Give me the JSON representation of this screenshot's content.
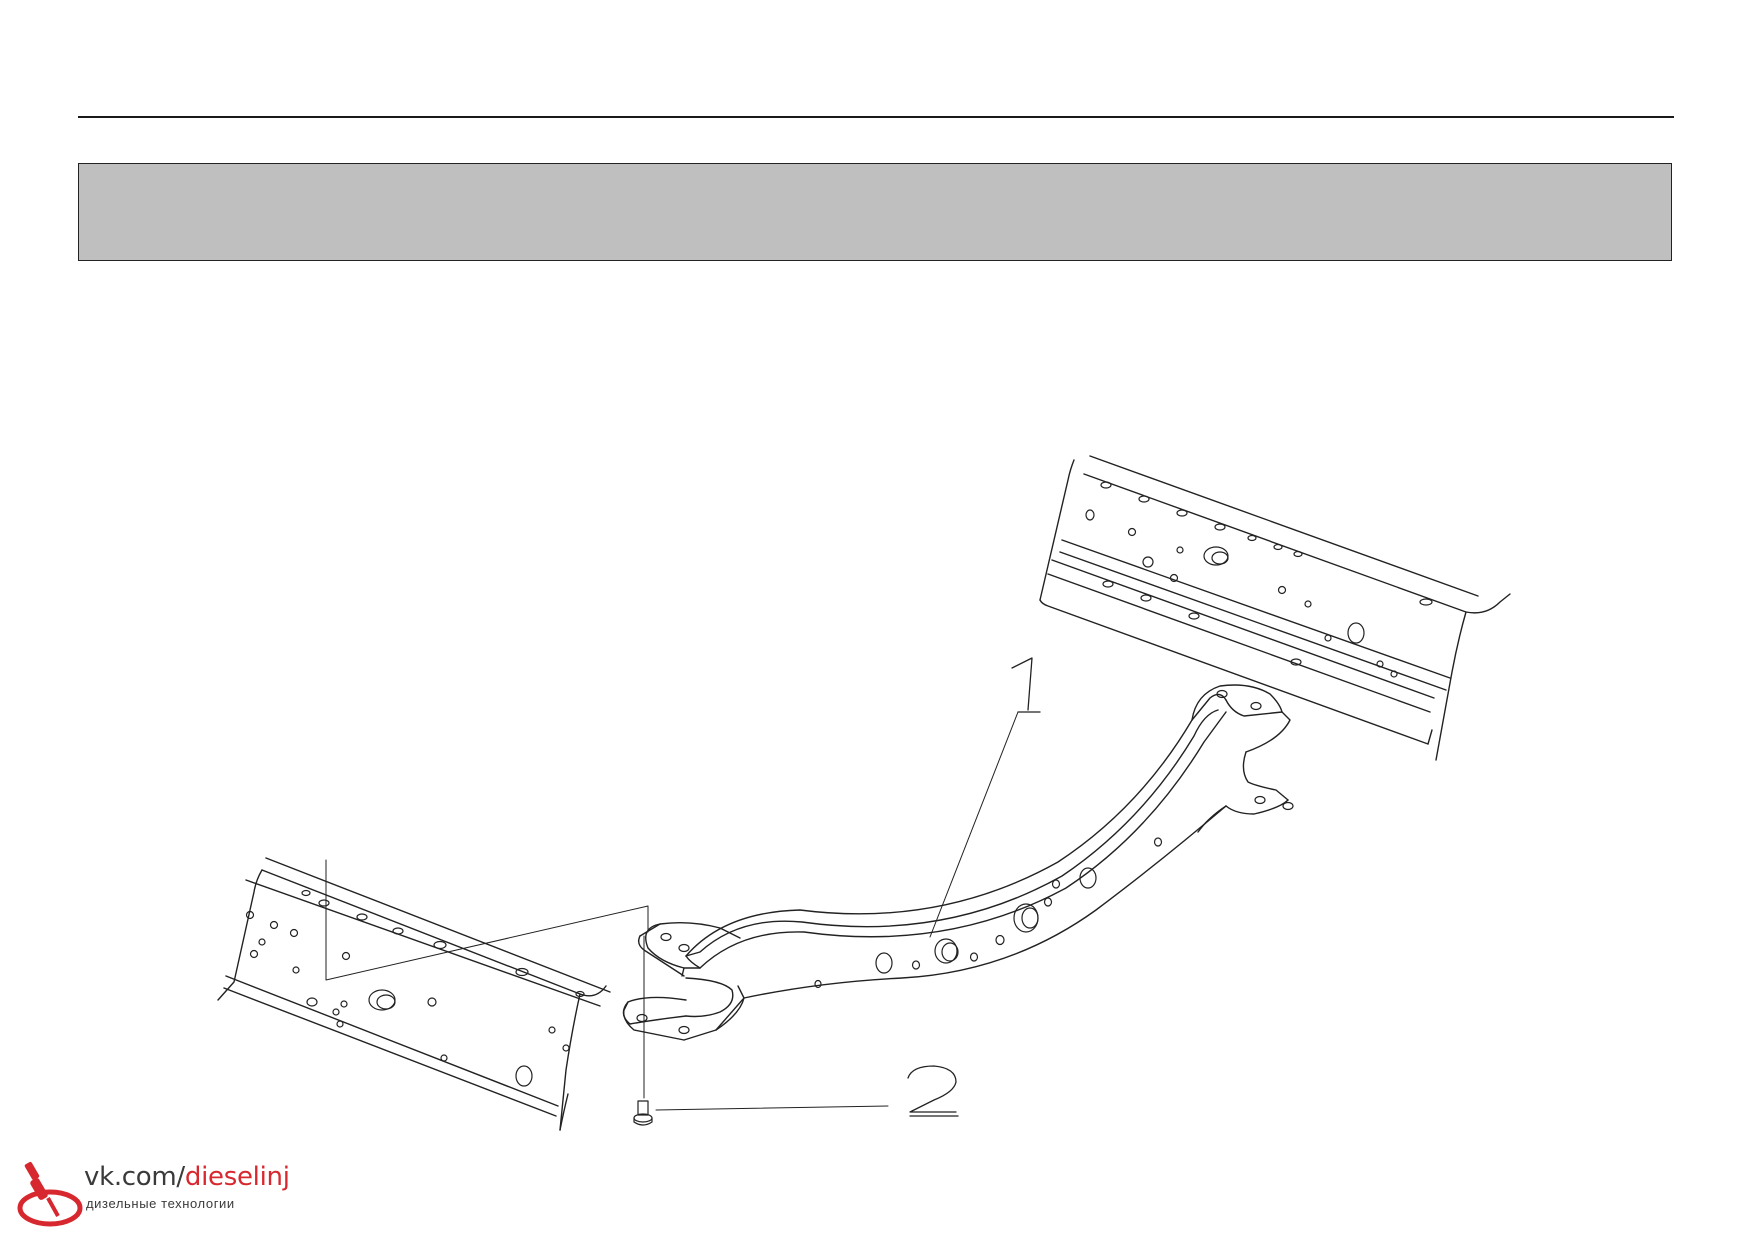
{
  "drawing": {
    "callouts": [
      {
        "id": "1",
        "label": "1"
      },
      {
        "id": "2",
        "label": "2"
      }
    ]
  },
  "logo": {
    "prefix": "vk.com/",
    "highlight": "dieselinj",
    "subtitle": "дизельные технологии",
    "icon": "fuel-injector-logo-icon",
    "colors": {
      "accent": "#d8282f",
      "text": "#3a3a3a"
    }
  },
  "colors": {
    "header_band": "#bfbfbf",
    "line": "#1a1a1a"
  }
}
